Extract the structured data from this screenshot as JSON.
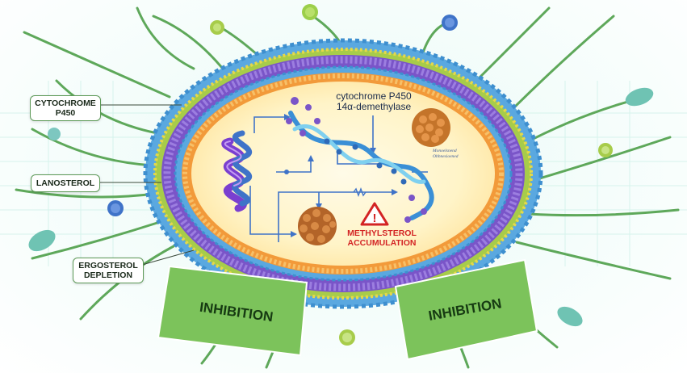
{
  "labels": {
    "cytochrome_callout": [
      "CYTOCHROME",
      "P450"
    ],
    "lanosterol": "LANOSTEROL",
    "ergosterol_callout": [
      "ERGOSTEROL",
      "DEPLETION"
    ],
    "enzyme": [
      "cytochrome P450",
      "14α-demethylase"
    ],
    "methylsterol": [
      "METHYLSTEROL",
      "ACCUMULATION"
    ],
    "small_text": [
      "Monoelsnend",
      "Obbnesioened"
    ],
    "inhibition_left": "INHIBITION",
    "inhibition_right": "INHIBITION",
    "warning_symbol": "!"
  },
  "colors": {
    "ribbon": "#7cc35b",
    "outer_layer": "#5aa8e0",
    "bead_green": "#a7cc4a",
    "purple_layer": "#7a55c8",
    "orange_layer": "#f29a3a",
    "cytoplasm": "#fff6d0",
    "flagella": "#5ea85a",
    "warning": "#d32424"
  },
  "icons": [
    "helix-protein-icon",
    "dna-helix-icon",
    "sterol-cluster-icon",
    "warning-triangle-icon",
    "resistor-icon"
  ]
}
